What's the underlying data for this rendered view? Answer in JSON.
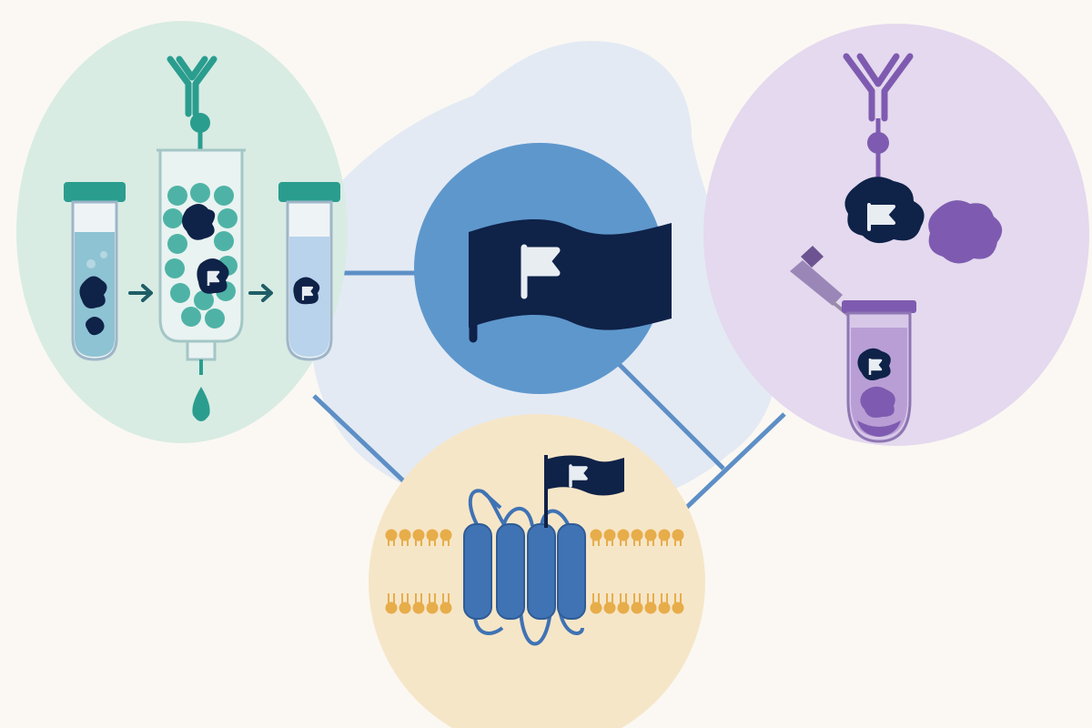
{
  "colors": {
    "background": "#fbf8f3",
    "blob": "#e3eaf4",
    "connector": "#5d8fc6",
    "central_circle": "#5e97cc",
    "flag_dark": "#0f2248",
    "flag_light": "#e8edf2",
    "teal_panel": "#d8ece3",
    "teal": "#2a9d8f",
    "teal_bead": "#4eb3a6",
    "tube_liquid_teal": "#8ec3d3",
    "tube_liquid_blue": "#b9d3ec",
    "purple_panel": "#e4d9ee",
    "purple": "#7e5bb0",
    "purple_light": "#b99ed6",
    "orange_panel": "#f6e6c8",
    "lipid": "#e7ad4a",
    "protein": "#3f73b4"
  },
  "panels": [
    {
      "name": "affinity-purification",
      "icon": "affinity-column-icon",
      "theme": "teal"
    },
    {
      "name": "tag-flag",
      "icon": "flag-tag-icon",
      "theme": "blue"
    },
    {
      "name": "immunoprecipitation",
      "icon": "antibody-pulldown-icon",
      "theme": "purple"
    },
    {
      "name": "membrane-protein",
      "icon": "transmembrane-protein-icon",
      "theme": "orange"
    }
  ]
}
